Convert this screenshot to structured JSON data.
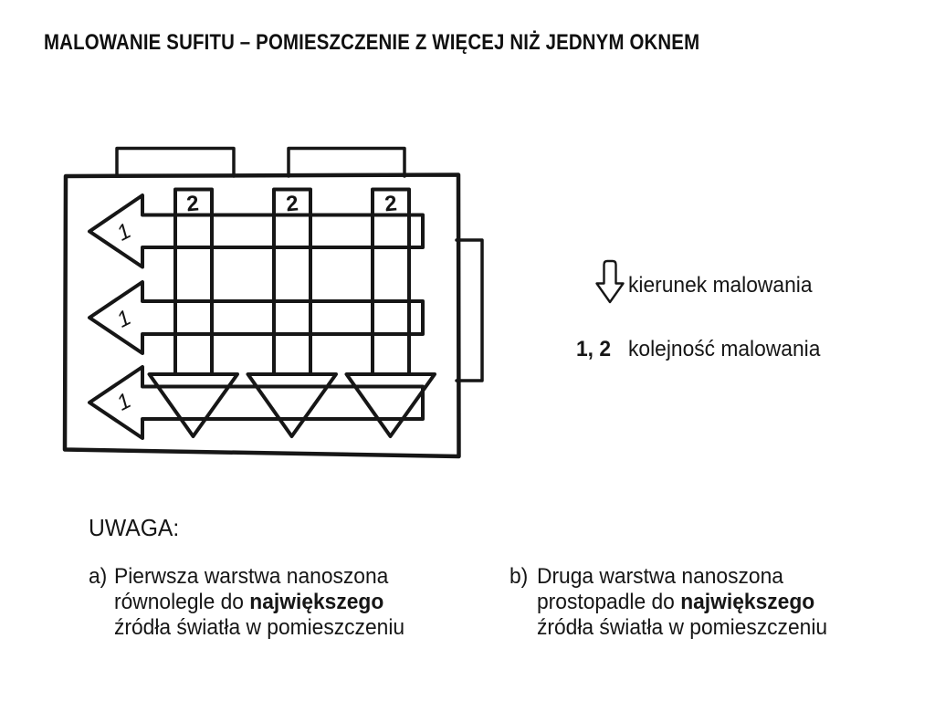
{
  "title": "MALOWANIE SUFITU – POMIESZCZENIE Z WIĘCEJ NIŻ JEDNYM OKNEM",
  "diagram": {
    "first_coat_label": "1",
    "second_coat_label": "2"
  },
  "legend": {
    "direction_label": "kierunek malowania",
    "order_numbers": "1, 2",
    "order_label": "kolejność malowania"
  },
  "notes": {
    "heading": "UWAGA:",
    "a": {
      "marker": "a)",
      "line1": "Pierwsza warstwa nanoszona",
      "line2_prefix": "równolegle do ",
      "line2_bold": "największego",
      "line3": "źródła światła w pomieszczeniu"
    },
    "b": {
      "marker": "b)",
      "line1": "Druga warstwa nanoszona",
      "line2_prefix": "prostopadle do ",
      "line2_bold": "największego",
      "line3": "źródła światła w pomieszczeniu"
    }
  },
  "colors": {
    "ink": "#161616",
    "background": "#ffffff"
  }
}
